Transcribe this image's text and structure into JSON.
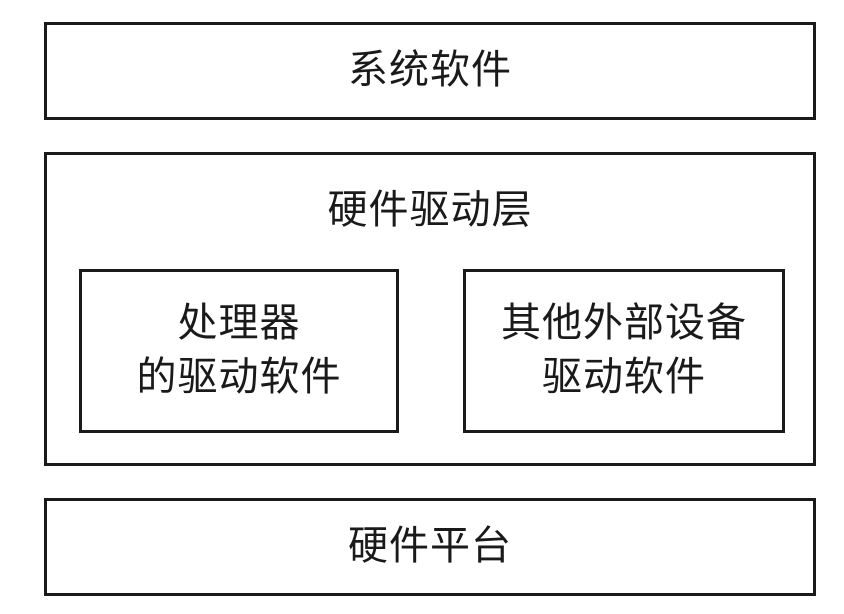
{
  "system_software": "系统软件",
  "driver_layer": {
    "title": "硬件驱动层",
    "processor_driver": {
      "line1": "处理器",
      "line2": "的驱动软件"
    },
    "peripheral_driver": {
      "line1": "其他外部设备",
      "line2": "驱动软件"
    }
  },
  "hardware_platform": "硬件平台"
}
